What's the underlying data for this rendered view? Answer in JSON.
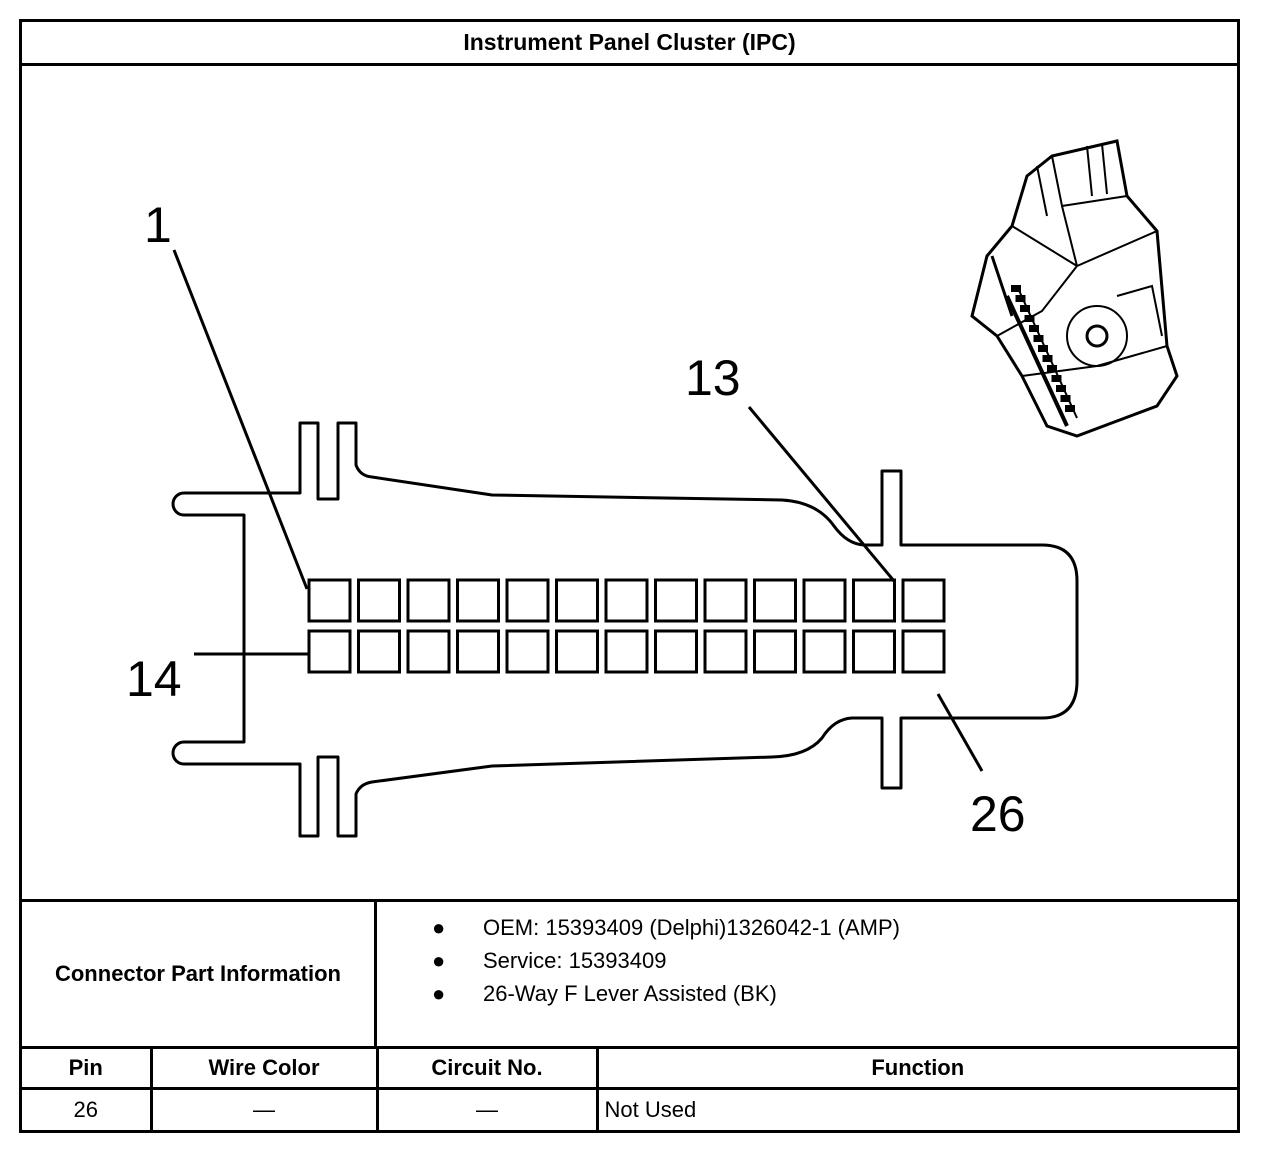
{
  "title": "Instrument Panel Cluster (IPC)",
  "diagram": {
    "pin_callouts": {
      "first_top": "1",
      "last_top": "13",
      "first_bottom": "14",
      "last_bottom": "26"
    },
    "rows": 2,
    "pins_per_row": 13
  },
  "connector_info": {
    "label": "Connector Part Information",
    "items": [
      "OEM: 15393409 (Delphi)1326042-1 (AMP)",
      "Service: 15393409",
      "26-Way F Lever Assisted (BK)"
    ],
    "bullet": "●"
  },
  "pin_table": {
    "headers": [
      "Pin",
      "Wire Color",
      "Circuit No.",
      "Function"
    ],
    "rows": [
      [
        "26",
        "—",
        "—",
        "Not Used"
      ]
    ]
  }
}
